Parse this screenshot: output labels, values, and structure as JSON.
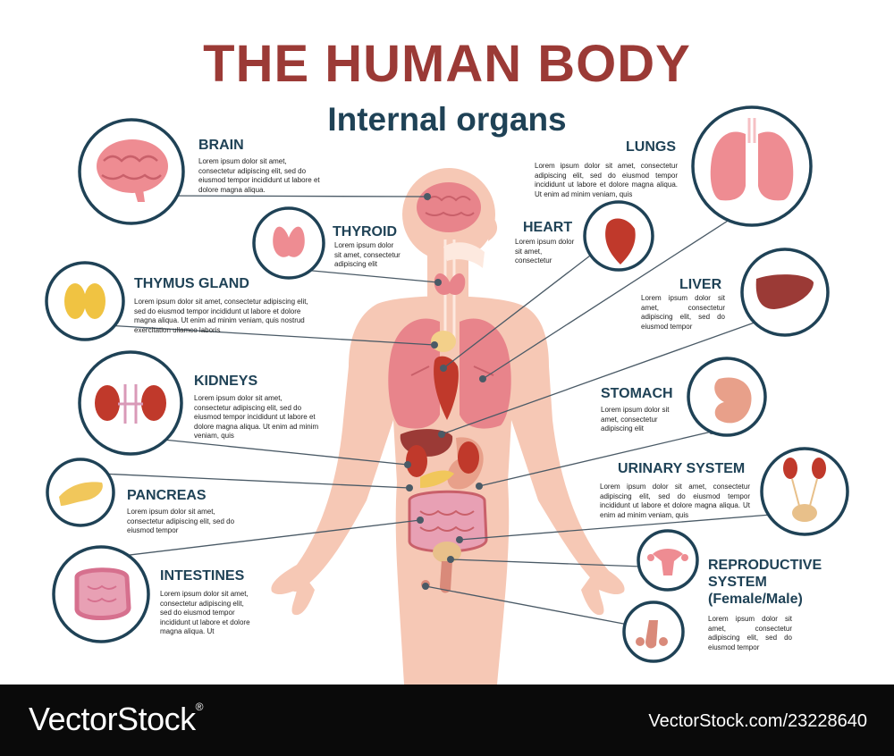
{
  "header": {
    "title": "THE HUMAN BODY",
    "subtitle": "Internal organs"
  },
  "organs": {
    "brain": {
      "label": "BRAIN",
      "desc": "Lorem ipsum dolor sit amet, consectetur adipiscing elit, sed do eiusmod tempor incididunt ut labore et dolore magna aliqua."
    },
    "thyroid": {
      "label": "THYROID",
      "desc": "Lorem ipsum dolor sit amet, consectetur adipiscing elit"
    },
    "thymus": {
      "label": "THYMUS GLAND",
      "desc": "Lorem ipsum dolor sit amet, consectetur adipiscing elit, sed do eiusmod tempor incididunt ut labore et dolore magna aliqua. Ut enim ad minim veniam, quis nostrud exercitation ullamco laboris"
    },
    "kidneys": {
      "label": "KIDNEYS",
      "desc": "Lorem ipsum dolor sit amet, consectetur adipiscing elit, sed do eiusmod tempor incididunt ut labore et dolore magna aliqua. Ut enim ad minim veniam, quis"
    },
    "pancreas": {
      "label": "PANCREAS",
      "desc": "Lorem ipsum dolor sit amet, consectetur adipiscing elit, sed do eiusmod tempor"
    },
    "intestines": {
      "label": "INTESTINES",
      "desc": "Lorem ipsum dolor sit amet, consectetur adipiscing elit, sed do eiusmod tempor incididunt ut labore et dolore magna aliqua. Ut"
    },
    "lungs": {
      "label": "LUNGS",
      "desc": "Lorem ipsum dolor sit amet, consectetur adipiscing elit, sed do eiusmod tempor incididunt ut labore et dolore magna aliqua. Ut enim ad minim veniam, quis"
    },
    "heart": {
      "label": "HEART",
      "desc": "Lorem ipsum dolor sit amet, consectetur"
    },
    "liver": {
      "label": "LIVER",
      "desc": "Lorem ipsum dolor sit amet, consectetur adipiscing elit, sed do eiusmod tempor"
    },
    "stomach": {
      "label": "STOMACH",
      "desc": "Lorem ipsum dolor sit amet, consectetur adipiscing elit"
    },
    "urinary": {
      "label": "URINARY SYSTEM",
      "desc": "Lorem ipsum dolor sit amet, consectetur adipiscing elit, sed do eiusmod tempor incididunt ut labore et dolore magna aliqua. Ut enim ad minim veniam, quis"
    },
    "reproductive": {
      "label_line1": "REPRODUCTIVE",
      "label_line2": "SYSTEM",
      "label_line3": "(Female/Male)",
      "desc": "Lorem ipsum dolor sit amet, consectetur adipiscing elit, sed do eiusmod tempor"
    }
  },
  "footer": {
    "logo": "VectorStock",
    "reg_mark": "®",
    "image_id": "VectorStock.com/23228640"
  },
  "colors": {
    "title": "#9b3a36",
    "navy": "#1f4256",
    "skin": "#f6c8b5",
    "organ_pink": "#e8848b",
    "footer_bg": "#0a0a0a"
  }
}
